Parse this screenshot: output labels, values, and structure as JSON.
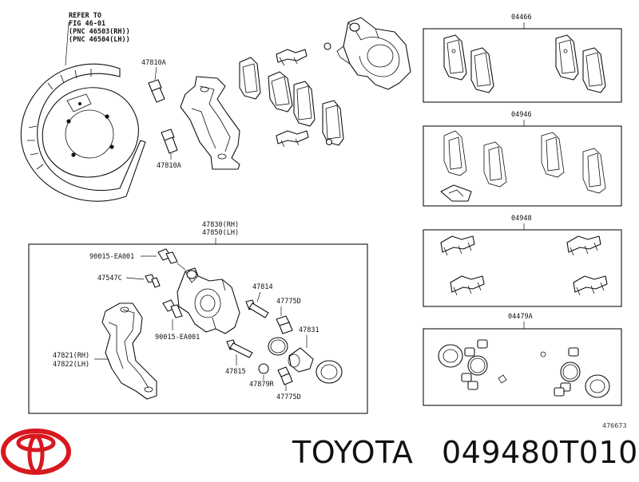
{
  "diagram": {
    "refer_note": [
      "REFER TO",
      "FIG 46-01",
      "(PNC 46503(RH))",
      "(PNC 46504(LH))"
    ],
    "labels": {
      "bolt_47810a_top": "47810A",
      "bolt_47810a_bottom": "47810A",
      "caliper_assy_rh": "47830(RH)",
      "caliper_assy_lh": "47850(LH)",
      "bolt_90015_top": "90015-EA001",
      "bolt_90015_bottom": "90015-EA001",
      "bleeder_47547c": "47547C",
      "mount_rh": "47821(RH)",
      "mount_lh": "47822(LH)",
      "pin_47814": "47814",
      "boot_47775d_top": "47775D",
      "piston_47831": "47831",
      "pin_47815": "47815",
      "ring_47879r": "47879R",
      "boot_47775d_bottom": "47775D"
    },
    "kits": [
      {
        "code": "04466"
      },
      {
        "code": "04946"
      },
      {
        "code": "04948"
      },
      {
        "code": "04479A"
      }
    ],
    "drawing_number": "476673"
  },
  "footer": {
    "brand": "TOYOTA",
    "part_number": "049480T010"
  },
  "colors": {
    "logo_red": "#d7191f",
    "line": "#111111",
    "background": "#ffffff"
  }
}
